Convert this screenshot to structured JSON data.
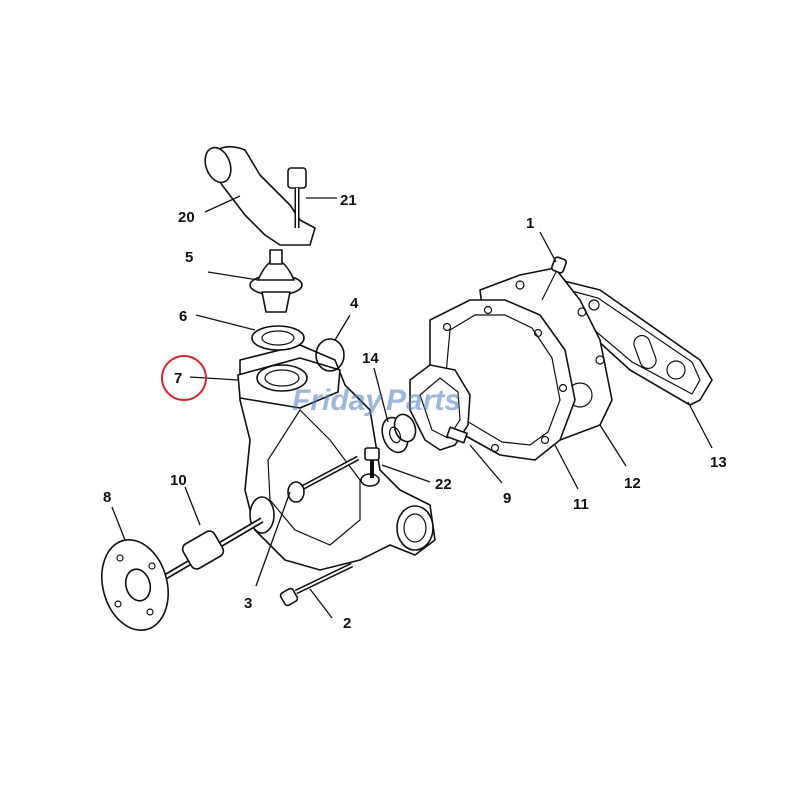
{
  "callouts": {
    "c1": "1",
    "c2": "2",
    "c3": "3",
    "c4": "4",
    "c5": "5",
    "c6": "6",
    "c7": "7",
    "c8": "8",
    "c9": "9",
    "c10": "10",
    "c11": "11",
    "c12": "12",
    "c13": "13",
    "c14": "14",
    "c20": "20",
    "c21": "21",
    "c22": "22"
  },
  "highlight": {
    "color": "#d9262e"
  },
  "watermark": {
    "part1": "Friday",
    "part2": "Parts",
    "color": "#4a7fc1",
    "accent_color": "#e8b320"
  }
}
